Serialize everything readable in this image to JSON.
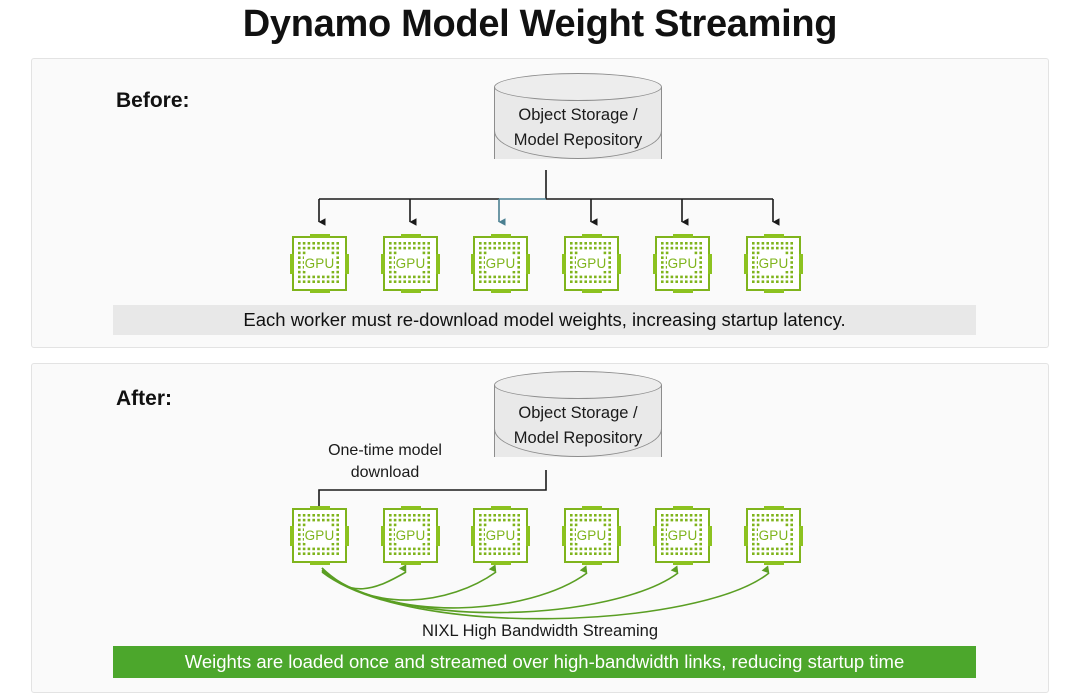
{
  "title": "Dynamo Model Weight Streaming",
  "colors": {
    "gpu_green": "#7fb41c",
    "banner_green": "#4ca72c",
    "arrow_black": "#1a1a1a",
    "arrow_teal": "#4a7f91",
    "stream_green": "#5a9e23",
    "panel_bg": "#fafafa",
    "caption_grey": "#e8e8e8",
    "cylinder_fill": "#e9e9e9"
  },
  "before": {
    "label": "Before:",
    "storage": {
      "line1": "Object Storage /",
      "line2": "Model Repository"
    },
    "gpus": [
      {
        "label": "GPU"
      },
      {
        "label": "GPU"
      },
      {
        "label": "GPU"
      },
      {
        "label": "GPU"
      },
      {
        "label": "GPU"
      },
      {
        "label": "GPU"
      }
    ],
    "caption": "Each worker must re-download model weights, increasing startup latency."
  },
  "after": {
    "label": "After:",
    "storage": {
      "line1": "Object Storage /",
      "line2": "Model Repository"
    },
    "download_label": {
      "line1": "One-time model",
      "line2": "download"
    },
    "gpus": [
      {
        "label": "GPU"
      },
      {
        "label": "GPU"
      },
      {
        "label": "GPU"
      },
      {
        "label": "GPU"
      },
      {
        "label": "GPU"
      },
      {
        "label": "GPU"
      }
    ],
    "streaming_label": "NIXL High Bandwidth Streaming",
    "caption": "Weights are loaded once and streamed over high-bandwidth links, reducing startup time"
  }
}
